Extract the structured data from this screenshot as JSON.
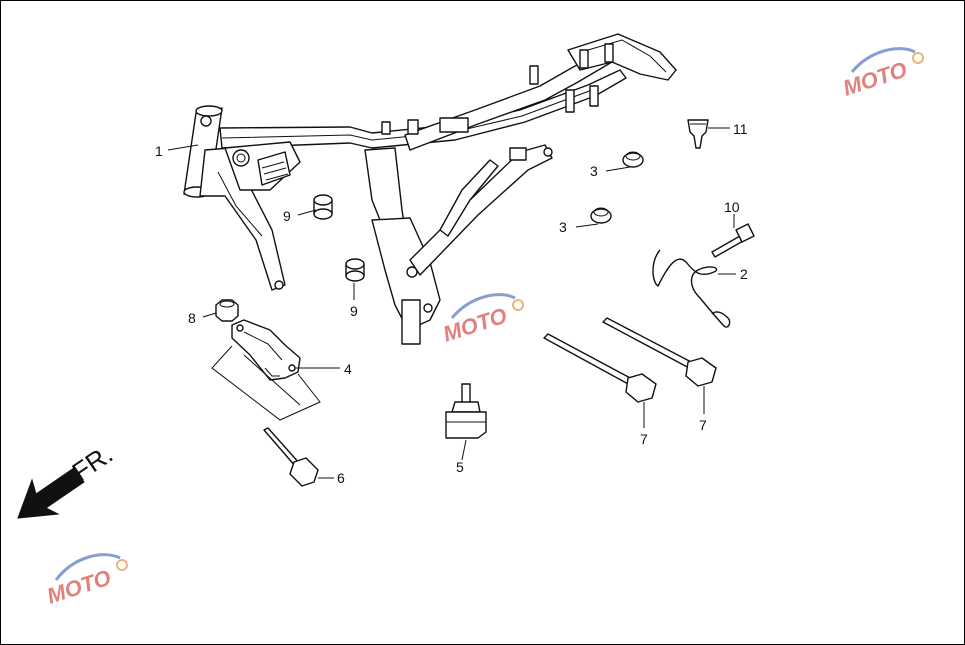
{
  "diagram": {
    "direction_label": "FR.",
    "watermark_text": "MOTO",
    "watermark_colors": {
      "swoosh_blue": "#6b87c9",
      "letters_red": "#d9625f",
      "gear_orange": "#e6a35c"
    },
    "callouts": [
      {
        "id": "c1",
        "label": "1"
      },
      {
        "id": "c2",
        "label": "2"
      },
      {
        "id": "c3a",
        "label": "3"
      },
      {
        "id": "c3b",
        "label": "3"
      },
      {
        "id": "c4",
        "label": "4"
      },
      {
        "id": "c5",
        "label": "5"
      },
      {
        "id": "c6",
        "label": "6"
      },
      {
        "id": "c7a",
        "label": "7"
      },
      {
        "id": "c7b",
        "label": "7"
      },
      {
        "id": "c8",
        "label": "8"
      },
      {
        "id": "c9a",
        "label": "9"
      },
      {
        "id": "c9b",
        "label": "9"
      },
      {
        "id": "c10",
        "label": "10"
      },
      {
        "id": "c11",
        "label": "11"
      }
    ]
  }
}
